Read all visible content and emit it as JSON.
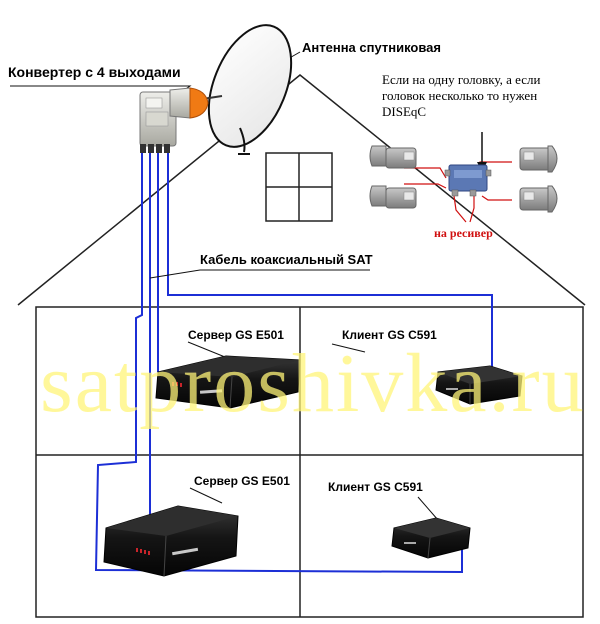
{
  "labels": {
    "converter": "Конвертер с 4 выходами",
    "antenna": "Антенна спутниковая",
    "diseqc_note": [
      "Если на одну головку, а если",
      "головок несколько то нужен",
      "DISEqC"
    ],
    "to_receiver": "на ресивер",
    "cable": "Кабель коаксиальный SAT",
    "server_top": "Сервер GS E501",
    "client_top": "Клиент GS C591",
    "server_bottom": "Сервер GS E501",
    "client_bottom": "Клиент GS C591"
  },
  "watermark": "satproshivka.ru",
  "colors": {
    "cable": "#1c2fd6",
    "leader": "#111111",
    "red_wire": "#d01010",
    "house": "#222222",
    "watermark": "#fff478"
  }
}
